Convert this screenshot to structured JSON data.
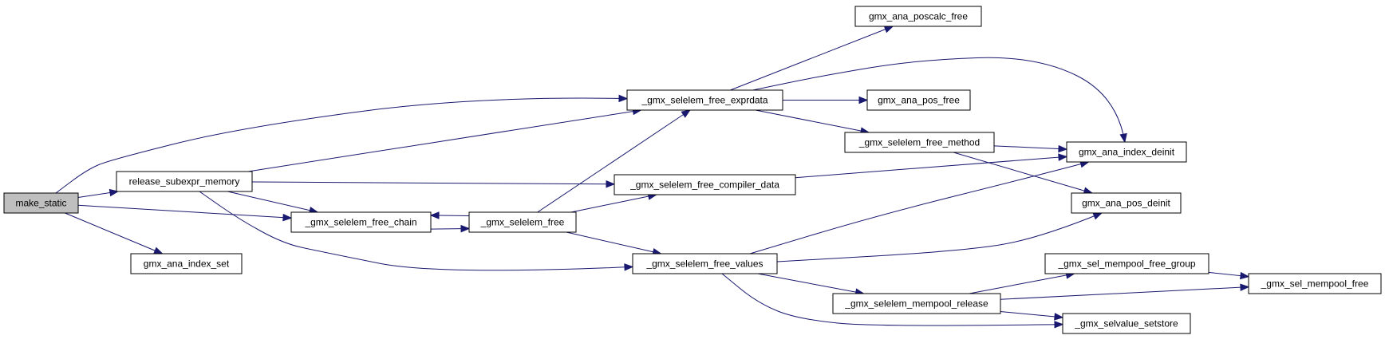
{
  "graph": {
    "nodes": [
      {
        "id": "make_static",
        "label": "make_static",
        "root": true
      },
      {
        "id": "release_subexpr_memory",
        "label": "release_subexpr_memory"
      },
      {
        "id": "gmx_ana_index_set",
        "label": "gmx_ana_index_set"
      },
      {
        "id": "_gmx_selelem_free_chain",
        "label": "_gmx_selelem_free_chain"
      },
      {
        "id": "_gmx_selelem_free",
        "label": "_gmx_selelem_free"
      },
      {
        "id": "_gmx_selelem_free_exprdata",
        "label": "_gmx_selelem_free_exprdata"
      },
      {
        "id": "_gmx_selelem_free_compiler_data",
        "label": "_gmx_selelem_free_compiler_data"
      },
      {
        "id": "_gmx_selelem_free_values",
        "label": "_gmx_selelem_free_values"
      },
      {
        "id": "gmx_ana_poscalc_free",
        "label": "gmx_ana_poscalc_free"
      },
      {
        "id": "gmx_ana_pos_free",
        "label": "gmx_ana_pos_free"
      },
      {
        "id": "_gmx_selelem_free_method",
        "label": "_gmx_selelem_free_method"
      },
      {
        "id": "gmx_ana_index_deinit",
        "label": "gmx_ana_index_deinit"
      },
      {
        "id": "gmx_ana_pos_deinit",
        "label": "gmx_ana_pos_deinit"
      },
      {
        "id": "_gmx_sel_mempool_free_group",
        "label": "_gmx_sel_mempool_free_group"
      },
      {
        "id": "_gmx_selelem_mempool_release",
        "label": "_gmx_selelem_mempool_release"
      },
      {
        "id": "_gmx_sel_mempool_free",
        "label": "_gmx_sel_mempool_free"
      },
      {
        "id": "_gmx_selvalue_setstore",
        "label": "_gmx_selvalue_setstore"
      }
    ],
    "edges": [
      {
        "from": "make_static",
        "to": "_gmx_selelem_free_exprdata"
      },
      {
        "from": "make_static",
        "to": "release_subexpr_memory"
      },
      {
        "from": "make_static",
        "to": "_gmx_selelem_free_chain"
      },
      {
        "from": "make_static",
        "to": "gmx_ana_index_set"
      },
      {
        "from": "release_subexpr_memory",
        "to": "_gmx_selelem_free_exprdata"
      },
      {
        "from": "release_subexpr_memory",
        "to": "_gmx_selelem_free_compiler_data"
      },
      {
        "from": "release_subexpr_memory",
        "to": "_gmx_selelem_free_chain"
      },
      {
        "from": "release_subexpr_memory",
        "to": "_gmx_selelem_free_values"
      },
      {
        "from": "_gmx_selelem_free_chain",
        "to": "_gmx_selelem_free"
      },
      {
        "from": "_gmx_selelem_free",
        "to": "_gmx_selelem_free_chain"
      },
      {
        "from": "_gmx_selelem_free",
        "to": "_gmx_selelem_free_exprdata"
      },
      {
        "from": "_gmx_selelem_free",
        "to": "_gmx_selelem_free_compiler_data"
      },
      {
        "from": "_gmx_selelem_free",
        "to": "_gmx_selelem_free_values"
      },
      {
        "from": "_gmx_selelem_free_exprdata",
        "to": "gmx_ana_poscalc_free"
      },
      {
        "from": "_gmx_selelem_free_exprdata",
        "to": "gmx_ana_index_deinit"
      },
      {
        "from": "_gmx_selelem_free_exprdata",
        "to": "gmx_ana_pos_free"
      },
      {
        "from": "_gmx_selelem_free_exprdata",
        "to": "_gmx_selelem_free_method"
      },
      {
        "from": "_gmx_selelem_free_method",
        "to": "gmx_ana_index_deinit"
      },
      {
        "from": "_gmx_selelem_free_method",
        "to": "gmx_ana_pos_deinit"
      },
      {
        "from": "_gmx_selelem_free_compiler_data",
        "to": "gmx_ana_index_deinit"
      },
      {
        "from": "_gmx_selelem_free_values",
        "to": "gmx_ana_index_deinit"
      },
      {
        "from": "_gmx_selelem_free_values",
        "to": "gmx_ana_pos_deinit"
      },
      {
        "from": "_gmx_selelem_free_values",
        "to": "_gmx_selelem_mempool_release"
      },
      {
        "from": "_gmx_selelem_free_values",
        "to": "_gmx_selvalue_setstore"
      },
      {
        "from": "_gmx_selelem_mempool_release",
        "to": "_gmx_sel_mempool_free_group"
      },
      {
        "from": "_gmx_selelem_mempool_release",
        "to": "_gmx_sel_mempool_free"
      },
      {
        "from": "_gmx_selelem_mempool_release",
        "to": "_gmx_selvalue_setstore"
      },
      {
        "from": "_gmx_sel_mempool_free_group",
        "to": "_gmx_sel_mempool_free"
      }
    ]
  },
  "colors": {
    "edge": "#191970",
    "node_fill": "#ffffff",
    "root_fill": "#bfbfbf",
    "border": "#000000"
  }
}
